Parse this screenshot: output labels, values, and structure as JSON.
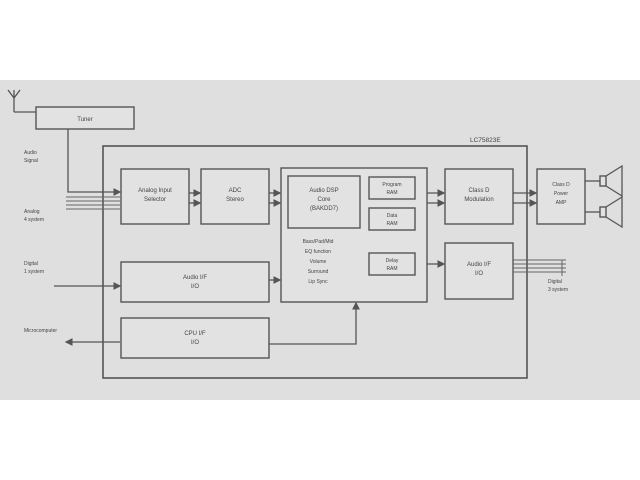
{
  "chip_label": "LC75823E",
  "blocks": {
    "tuner": [
      "Tuner"
    ],
    "analog_input": [
      "Analog Input",
      "Selector"
    ],
    "adc": [
      "ADC",
      "Stereo"
    ],
    "dsp": [
      "Audio DSP",
      "Core",
      "(BAKDD7)"
    ],
    "dsp_desc": [
      "Bass/Pad/Mid",
      "EQ function",
      "Volume",
      "Surround",
      "Lip Sync"
    ],
    "program_ram": [
      "Program",
      "RAM"
    ],
    "data_ram": [
      "Data",
      "RAM"
    ],
    "delay_ram": [
      "Delay",
      "RAM"
    ],
    "class_d_mod": [
      "Class D",
      "Modulation"
    ],
    "power_amp": [
      "Class D",
      "Power",
      "AMP"
    ],
    "audio_if_in": [
      "Audio I/F",
      "I/O"
    ],
    "audio_if_out": [
      "Audio I/F",
      "I/O"
    ],
    "cpu_if": [
      "CPU I/F",
      "I/O"
    ]
  },
  "side_labels": {
    "audio_signal": [
      "Audio",
      "Signal"
    ],
    "analog_system": [
      "Analog",
      "4 system"
    ],
    "digital_in": [
      "Digital",
      "1 system"
    ],
    "microcomputer": [
      "Microcomputer"
    ],
    "digital_out": [
      "Digital",
      "3 system"
    ]
  }
}
